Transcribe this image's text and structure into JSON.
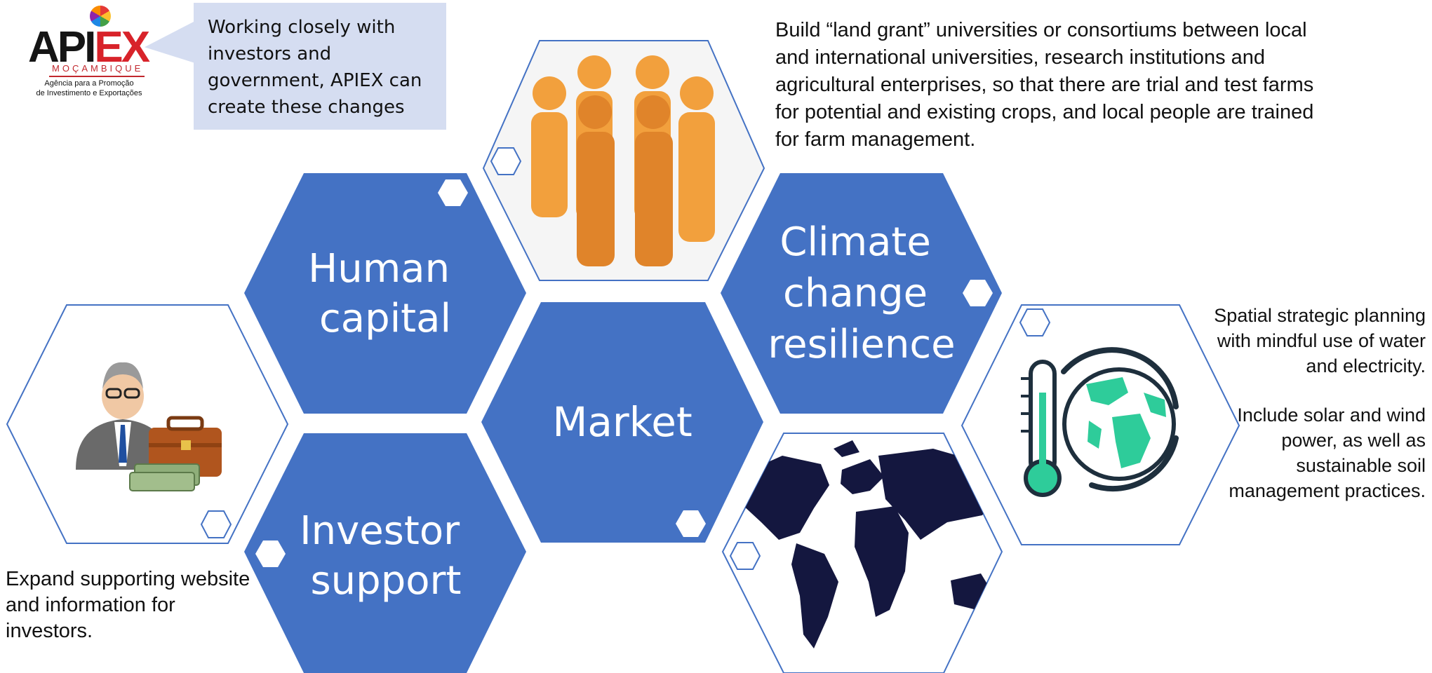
{
  "logo": {
    "name_main": "API",
    "name_accent": "EX",
    "country": "MOÇAMBIQUE",
    "subtitle_line1": "Agência para a Promoção",
    "subtitle_line2": "de Investimento e Exportações"
  },
  "callout": {
    "text": "Working closely with investors and government, APIEX can create these changes"
  },
  "hexes": {
    "human_capital": [
      "Human",
      "capital"
    ],
    "market": [
      "Market"
    ],
    "climate": [
      "Climate",
      "change",
      "resilience"
    ],
    "investor_support": [
      "Investor",
      "support"
    ]
  },
  "texts": {
    "top": "Build “land grant” universities or consortiums between local and international universities, research institutions and agricultural enterprises, so that there are trial and test farms for potential and existing crops, and local people are trained for farm management.",
    "right_1": "Spatial strategic planning with mindful use of water and electricity.",
    "right_2": "Include solar and wind power, as well as sustainable soil management practices.",
    "left": "Expand supporting website and information for investors."
  },
  "icons": [
    "people-group-icon",
    "investor-icon",
    "world-map-icon",
    "climate-globe-icon"
  ],
  "colors": {
    "hex_fill": "#4472c4",
    "outline": "#4472c4",
    "callout_bg": "#d5ddf1",
    "people_light": "#f2a03d",
    "people_dark": "#e0842a",
    "globe_green": "#2ecc9a",
    "map_navy": "#14173f"
  }
}
